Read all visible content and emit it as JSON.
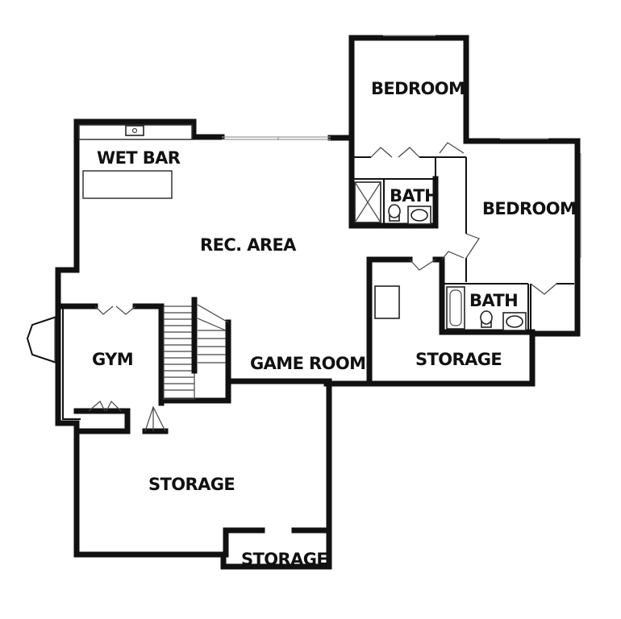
{
  "floor_plan": {
    "rooms": {
      "bedroom_top": "BEDROOM",
      "bedroom_right": "BEDROOM",
      "wet_bar": "WET BAR",
      "bath_upper": "BATH",
      "rec_area": "REC. AREA",
      "bath_lower": "BATH",
      "storage_right": "STORAGE",
      "gym": "GYM",
      "game_room": "GAME ROOM",
      "storage_main": "STORAGE",
      "storage_small": "STORAGE"
    }
  }
}
